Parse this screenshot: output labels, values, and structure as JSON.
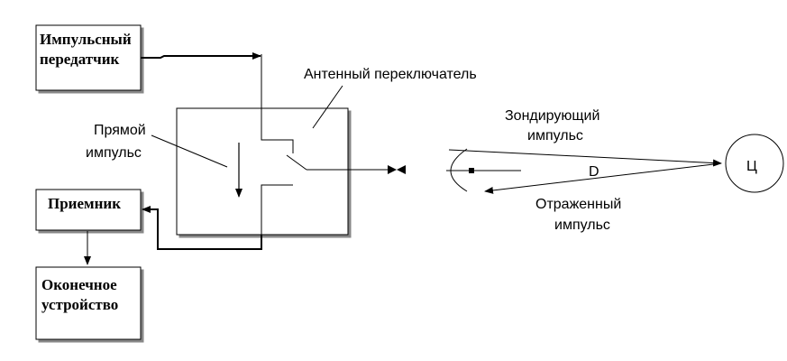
{
  "blocks": {
    "transmitter": [
      "Импульсный",
      "передатчик"
    ],
    "receiver": "Приемник",
    "terminal": [
      "Оконечное",
      "устройство"
    ]
  },
  "labels": {
    "switch": "Антенный переключатель",
    "direct_pulse": [
      "Прямой",
      "импульс"
    ],
    "probe_pulse": [
      "Зондирующий",
      "импульс"
    ],
    "reflected_pulse": [
      "Отраженный",
      "импульс"
    ],
    "distance": "D",
    "target": "Ц"
  }
}
